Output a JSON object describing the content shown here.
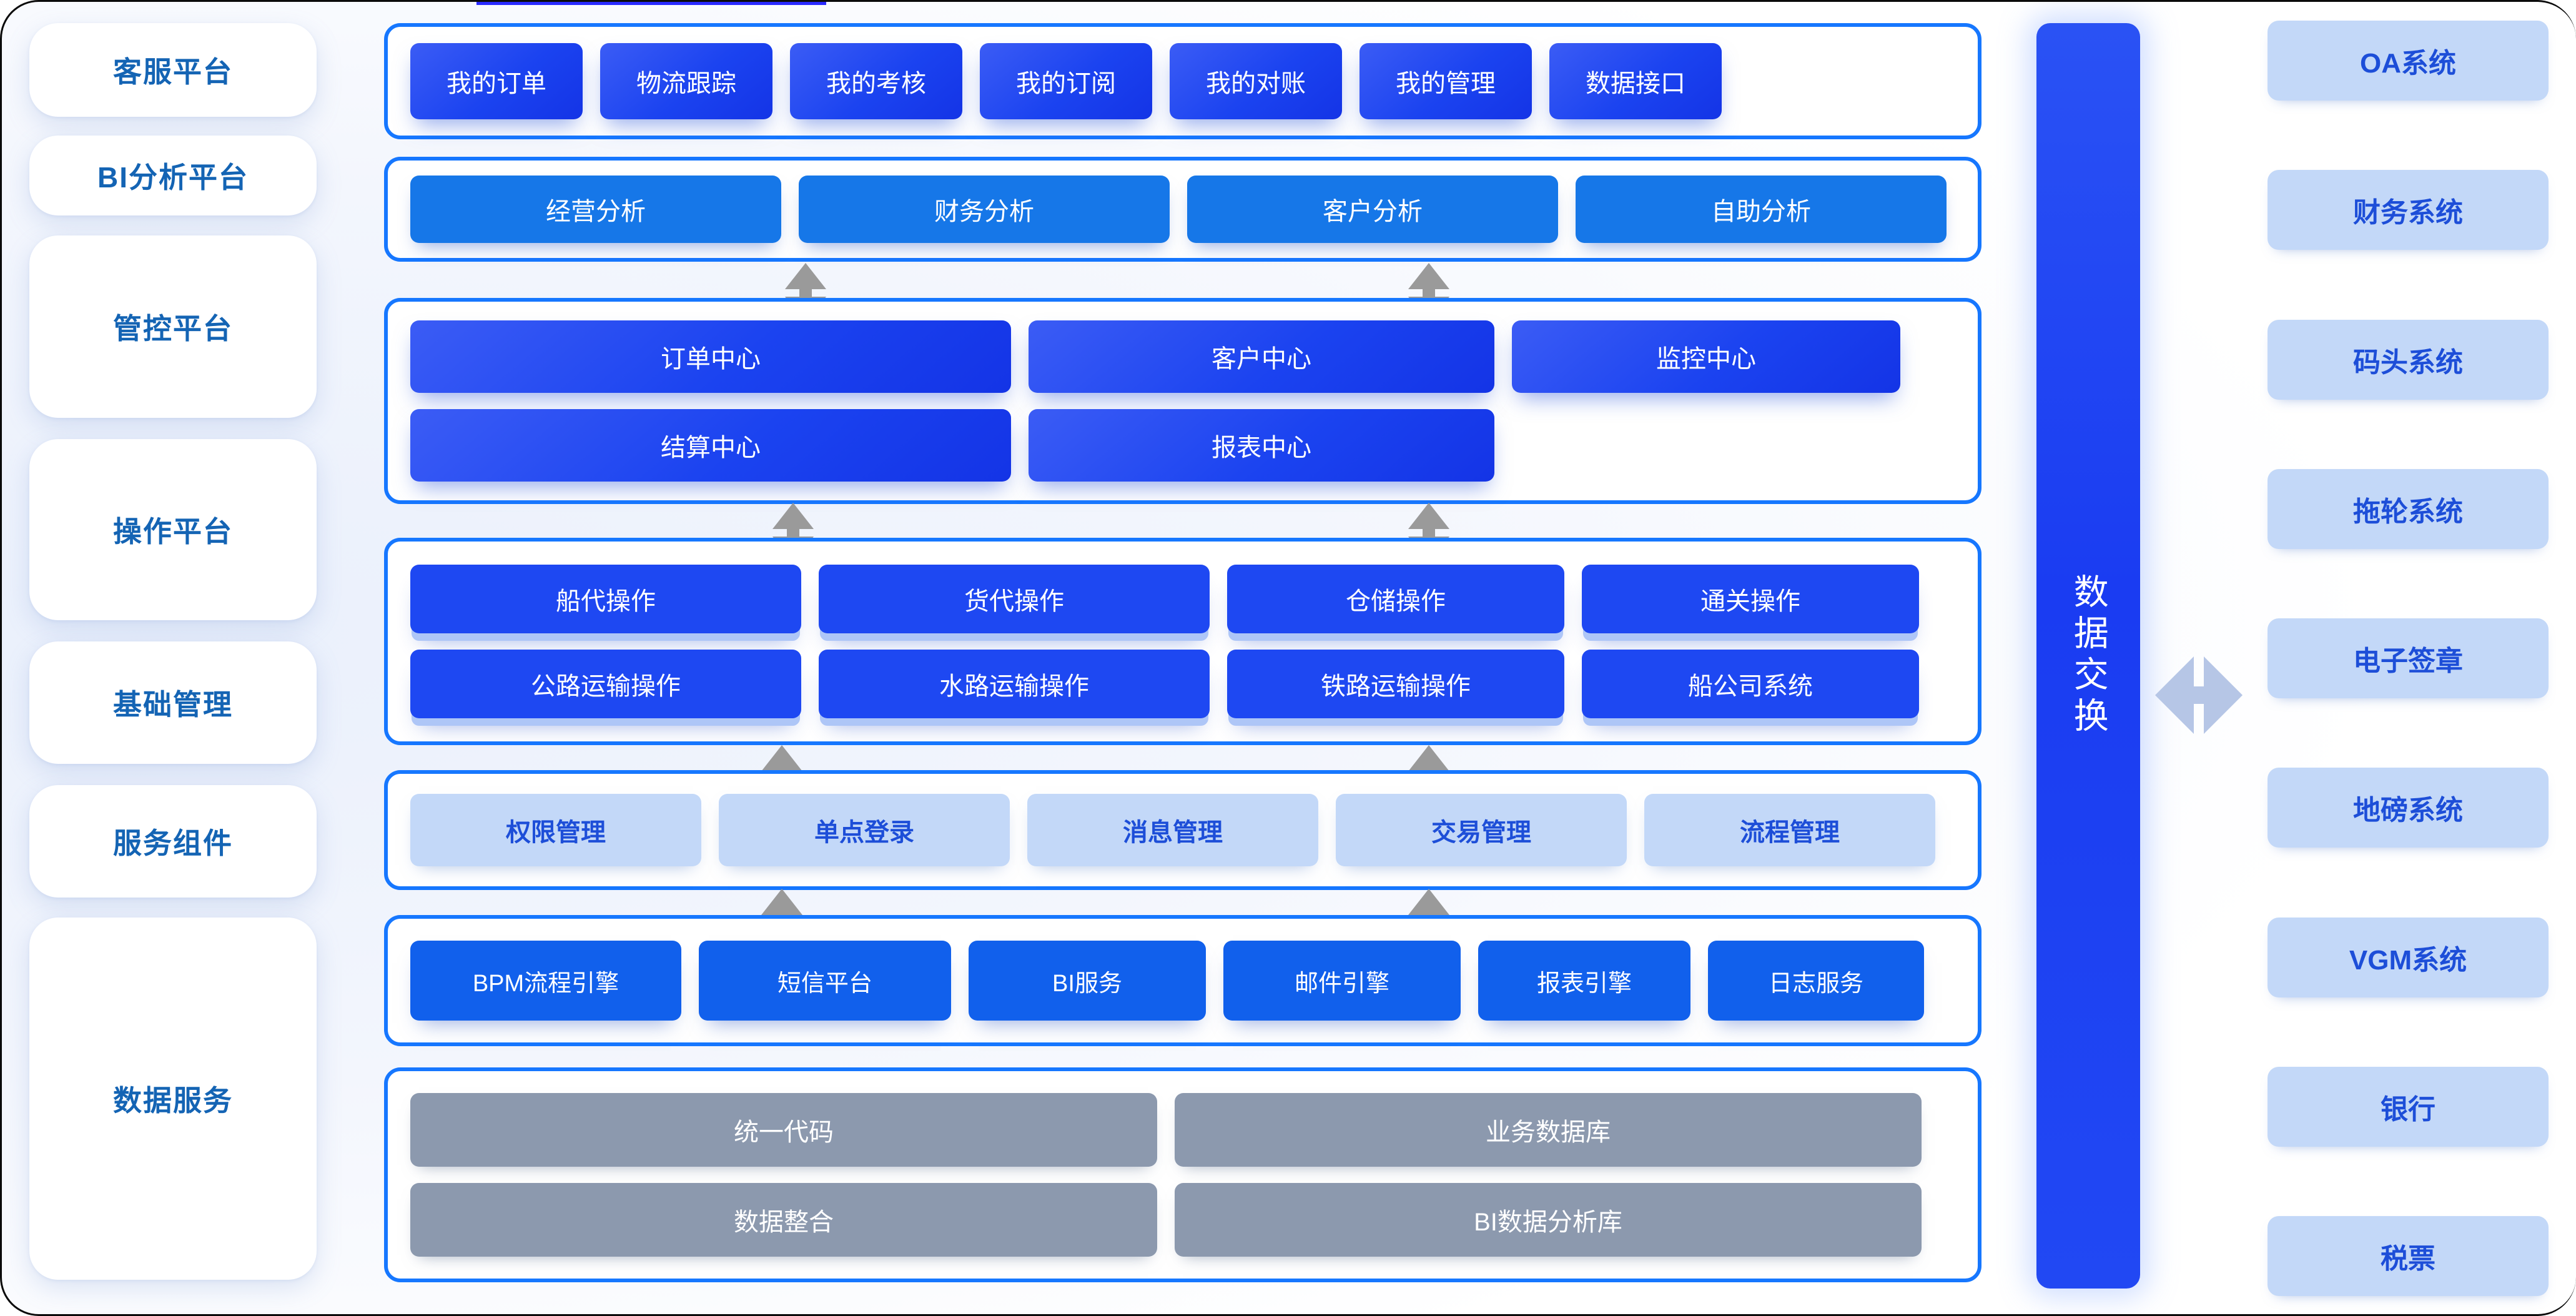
{
  "colors": {
    "accent_blue": "#1677ff",
    "tile_blue": "#1e48f2",
    "light_blue": "#c3d8f8",
    "gray_tile": "#8c99ae",
    "label_blue": "#1464b4",
    "text_blue": "#1d4ed8",
    "arrow_gray": "#9a9a9a",
    "hex_arrow": "#b6c6e6"
  },
  "rail": {
    "items": [
      {
        "label": "客服平台"
      },
      {
        "label": "BI分析平台"
      },
      {
        "label": "管控平台"
      },
      {
        "label": "操作平台"
      },
      {
        "label": "基础管理"
      },
      {
        "label": "服务组件"
      },
      {
        "label": "数据服务"
      }
    ]
  },
  "layers": [
    {
      "name": "customer-service-platform",
      "style": "v-grad",
      "rows": [
        [
          "我的订单",
          "物流跟踪",
          "我的考核",
          "我的订阅",
          "我的对账",
          "我的管理",
          "数据接口"
        ]
      ]
    },
    {
      "name": "bi-analysis-platform",
      "style": "v-flat",
      "rows": [
        [
          "经营分析",
          "财务分析",
          "客户分析",
          "自助分析"
        ]
      ]
    },
    {
      "name": "control-platform",
      "style": "v-grad",
      "rows": [
        [
          "订单中心",
          "客户中心",
          "监控中心"
        ],
        [
          "结算中心",
          "报表中心"
        ]
      ]
    },
    {
      "name": "operation-platform",
      "style": "v-solid",
      "rows": [
        [
          "船代操作",
          "货代操作",
          "仓储操作",
          "通关操作"
        ],
        [
          "公路运输操作",
          "水路运输操作",
          "铁路运输操作",
          "船公司系统"
        ]
      ]
    },
    {
      "name": "basic-management",
      "style": "v-light",
      "rows": [
        [
          "权限管理",
          "单点登录",
          "消息管理",
          "交易管理",
          "流程管理"
        ]
      ]
    },
    {
      "name": "service-components",
      "style": "v-plainblue",
      "rows": [
        [
          "BPM流程引擎",
          "短信平台",
          "BI服务",
          "邮件引擎",
          "报表引擎",
          "日志服务"
        ]
      ]
    },
    {
      "name": "data-services",
      "style": "v-gray",
      "rows": [
        [
          "统一代码",
          "业务数据库"
        ],
        [
          "数据整合",
          "BI数据分析库"
        ]
      ]
    }
  ],
  "exchange": {
    "label": "数据交换"
  },
  "external_systems": {
    "items": [
      {
        "label": "OA系统"
      },
      {
        "label": "财务系统"
      },
      {
        "label": "码头系统"
      },
      {
        "label": "拖轮系统"
      },
      {
        "label": "电子签章"
      },
      {
        "label": "地磅系统"
      },
      {
        "label": "VGM系统"
      },
      {
        "label": "银行"
      },
      {
        "label": "税票"
      }
    ]
  },
  "connectors": {
    "vertical_arrow_name": "bidirectional-vertical-arrow",
    "horizontal_arrow_name": "bidirectional-horizontal-arrow",
    "vertical_arrow_count": 8,
    "horizontal_arrow_count": 1
  }
}
